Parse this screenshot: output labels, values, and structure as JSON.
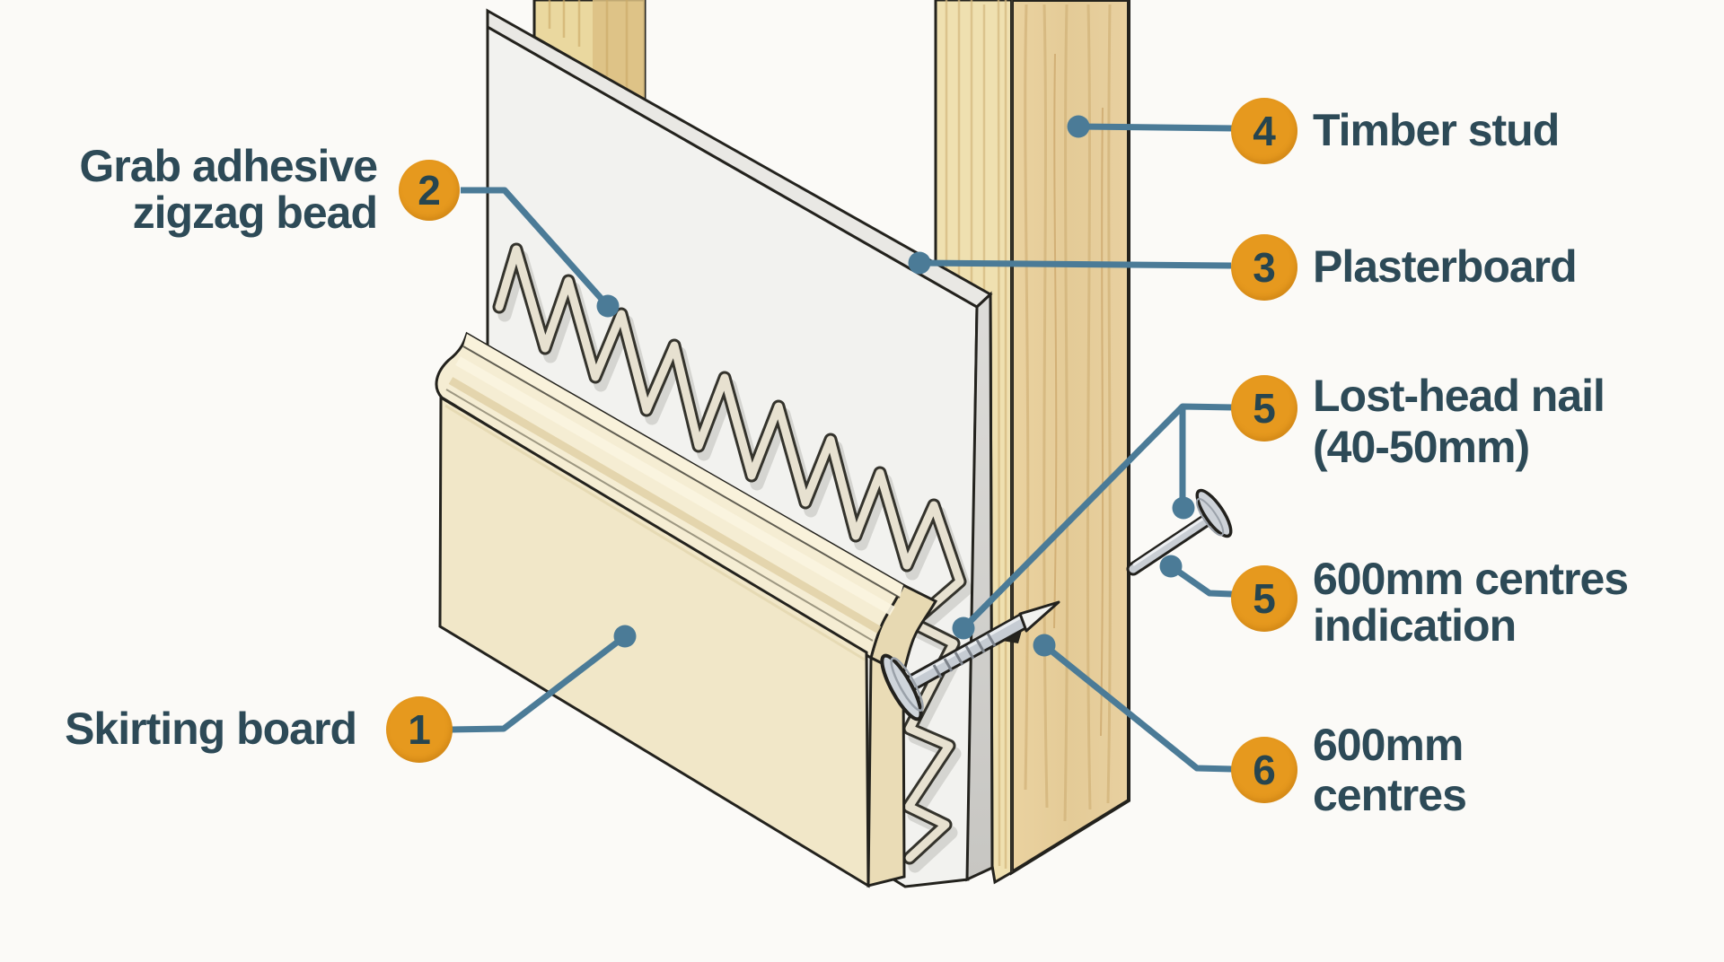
{
  "diagram": {
    "type": "construction-callout-diagram",
    "subject": "Skirting board fixing to timber stud wall",
    "colors": {
      "background": "#FBFAF7",
      "accent_orange": "#E6991E",
      "label_text": "#2D4A57",
      "leader_line": "#4B7B97",
      "plasterboard": "#F2F2EF",
      "timber": "#E6CD9B",
      "skirting": "#F2E8C9",
      "adhesive_bead": "#E7E1D0",
      "nail": "#C6CCD3"
    },
    "callouts": {
      "skirting_board": {
        "number": "1",
        "label": "Skirting board"
      },
      "grab_adhesive": {
        "number": "2",
        "line1": "Grab adhesive",
        "line2": "zigzag bead"
      },
      "plasterboard": {
        "number": "3",
        "label": "Plasterboard"
      },
      "timber_stud": {
        "number": "4",
        "label": "Timber stud"
      },
      "lost_head_nail": {
        "number": "5",
        "line1": "Lost-head nail",
        "line2": "(40-50mm)"
      },
      "centres_indication": {
        "number": "5",
        "line1": "600mm centres",
        "line2": "indication"
      },
      "centres_600": {
        "number": "6",
        "line1": "600mm",
        "line2": "centres"
      }
    }
  }
}
